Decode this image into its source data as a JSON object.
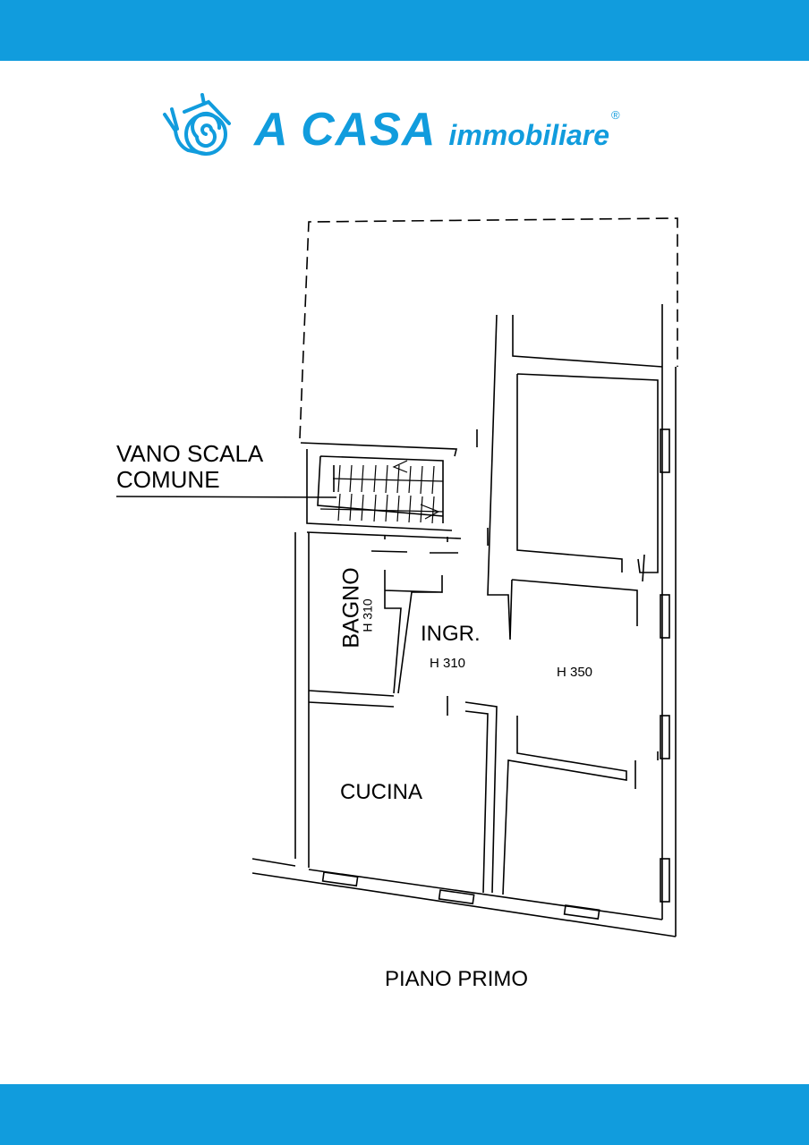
{
  "colors": {
    "brand": "#119cdd",
    "line": "#000000"
  },
  "logo": {
    "main": "A CASA",
    "sub": "immobiliare",
    "registered": "®",
    "icon": "snail-house-icon"
  },
  "plan": {
    "stair_label_line1": "VANO SCALA",
    "stair_label_line2": "COMUNE",
    "bathroom": "BAGNO",
    "bathroom_height": "H 310",
    "entrance": "INGR.",
    "entrance_height": "H 310",
    "room_height": "H 350",
    "kitchen": "CUCINA",
    "floor_title": "PIANO PRIMO"
  }
}
